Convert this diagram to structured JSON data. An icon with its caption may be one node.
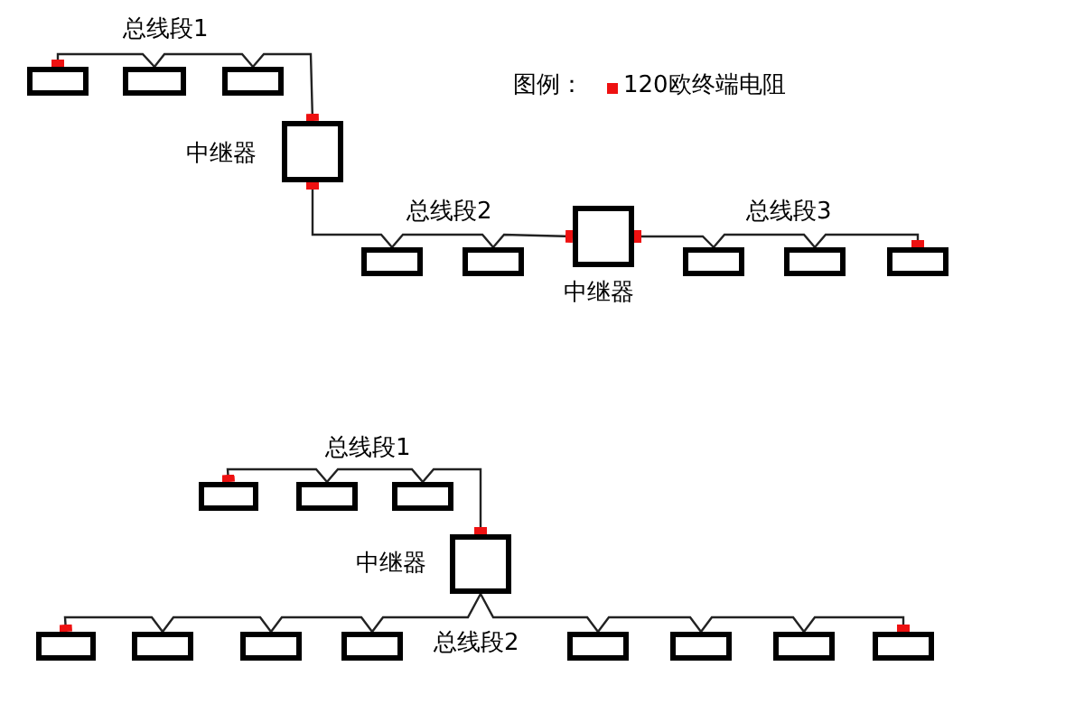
{
  "diagram": {
    "nodes": [
      {
        "text": [],
        "shape": "box"
      },
      {
        "text": [],
        "shape": "box"
      },
      {
        "text": [],
        "shape": "box"
      },
      {
        "text": [],
        "shape": "box",
        "beside": [
          "中继器"
        ]
      },
      {
        "text": [],
        "shape": "box"
      },
      {
        "text": [],
        "shape": "box"
      },
      {
        "text": [],
        "shape": "box",
        "beside": [
          "中继器"
        ]
      },
      {
        "text": [],
        "shape": "box"
      },
      {
        "text": [],
        "shape": "box"
      },
      {
        "text": [],
        "shape": "box"
      },
      {
        "text": [],
        "shape": "box"
      },
      {
        "text": [],
        "shape": "box"
      },
      {
        "text": [],
        "shape": "box"
      },
      {
        "text": [],
        "shape": "box",
        "beside": [
          "中继器"
        ]
      },
      {
        "text": [],
        "shape": "box"
      },
      {
        "text": [],
        "shape": "box"
      },
      {
        "text": [],
        "shape": "box"
      },
      {
        "text": [],
        "shape": "box"
      },
      {
        "text": [],
        "shape": "box"
      },
      {
        "text": [],
        "shape": "box"
      },
      {
        "text": [],
        "shape": "box"
      },
      {
        "text": [],
        "shape": "box"
      }
    ],
    "edges": [
      {
        "from": 1,
        "to": 0,
        "arrow": "other"
      },
      {
        "from": 1,
        "to": 2,
        "arrow": "none"
      },
      {
        "from": 2,
        "to": 3,
        "arrow": "other"
      },
      {
        "from": 4,
        "to": 3,
        "arrow": "other"
      },
      {
        "from": 4,
        "to": 5,
        "arrow": "none"
      },
      {
        "from": 5,
        "to": 6,
        "arrow": "other"
      },
      {
        "from": 7,
        "to": 6,
        "arrow": "other"
      },
      {
        "from": 7,
        "to": 8,
        "arrow": "none"
      },
      {
        "from": 8,
        "to": 9,
        "arrow": "other"
      },
      {
        "from": 11,
        "to": 10,
        "arrow": "other"
      },
      {
        "from": 11,
        "to": 12,
        "arrow": "none"
      },
      {
        "from": 12,
        "to": 13,
        "arrow": "other"
      },
      {
        "from": 13,
        "to": 17,
        "arrow": "none"
      },
      {
        "from": 17,
        "to": 16,
        "arrow": "none"
      },
      {
        "from": 16,
        "to": 15,
        "arrow": "none"
      },
      {
        "from": 15,
        "to": 14,
        "arrow": "other"
      },
      {
        "from": 13,
        "to": 18,
        "arrow": "none"
      },
      {
        "from": 18,
        "to": 19,
        "arrow": "none"
      },
      {
        "from": 19,
        "to": 20,
        "arrow": "none"
      },
      {
        "from": 20,
        "to": 21,
        "arrow": "other"
      }
    ],
    "labels": [
      "总线段1",
      "图例：",
      "总线段2",
      "总线段3",
      "总线段1",
      "总线段2"
    ],
    "legend": [
      {
        "text": "120欧终端电阻",
        "color": "#ee1111"
      }
    ]
  }
}
